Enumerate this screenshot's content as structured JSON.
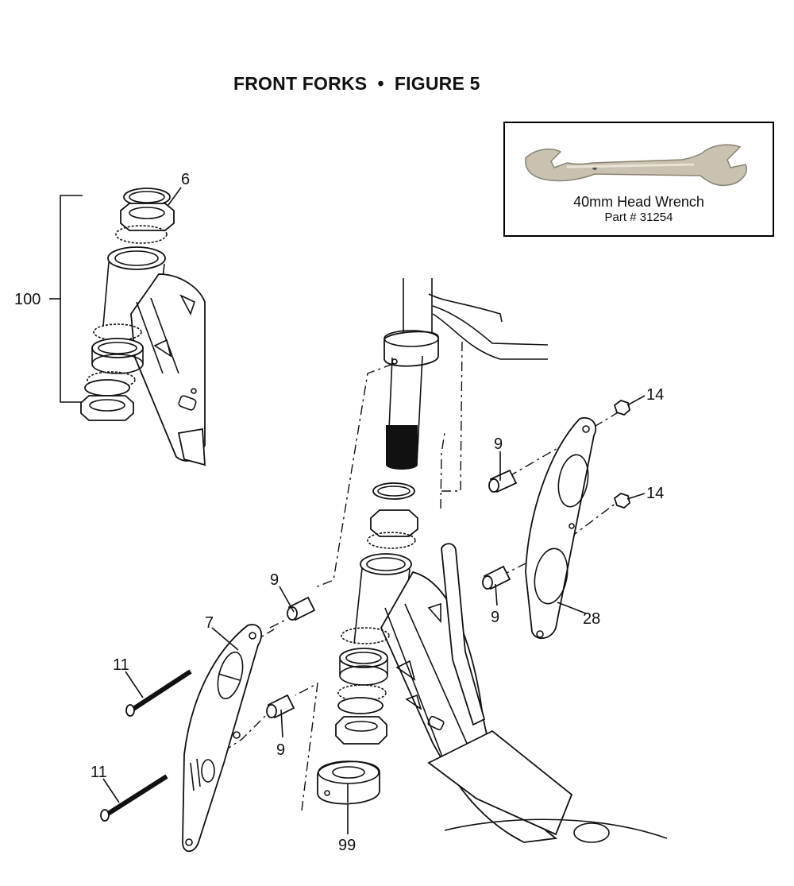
{
  "title": "FRONT FORKS  •  FIGURE 5",
  "inset": {
    "tool_name": "40mm Head Wrench",
    "part_number": "Part # 31254"
  },
  "callouts": {
    "c6": "6",
    "c100": "100",
    "c14a": "14",
    "c14b": "14",
    "c9a": "9",
    "c9b": "9",
    "c9c": "9",
    "c9d": "9",
    "c7": "7",
    "c28": "28",
    "c11a": "11",
    "c11b": "11",
    "c99": "99"
  }
}
